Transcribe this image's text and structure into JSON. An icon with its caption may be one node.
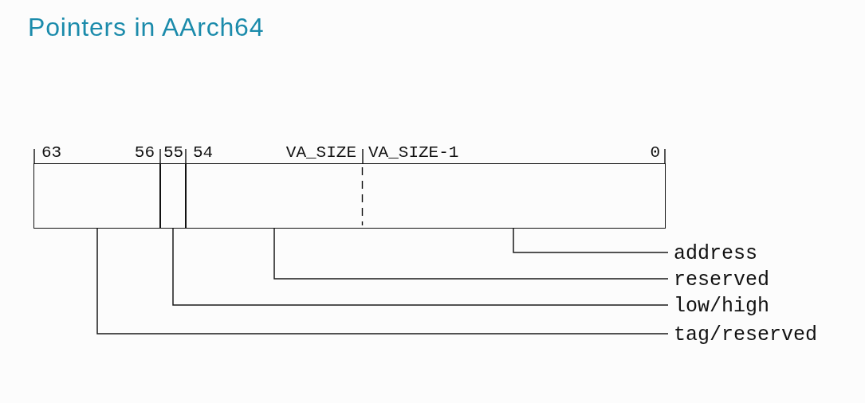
{
  "diagram": {
    "title": "Pointers in AArch64",
    "nodes": [
      {
        "text": [],
        "shape": "box",
        "beside": [
          "63",
          "56"
        ]
      },
      {
        "text": [],
        "shape": "box",
        "beside": [
          "55"
        ]
      },
      {
        "text": [],
        "shape": "box",
        "beside": [
          "54",
          "VA_SIZE"
        ]
      },
      {
        "text": [],
        "shape": "box",
        "beside": [
          "VA_SIZE-1",
          "0"
        ]
      },
      {
        "text": [
          "address"
        ]
      },
      {
        "text": [
          "reserved"
        ]
      },
      {
        "text": [
          "low/high"
        ]
      },
      {
        "text": [
          "tag/reserved"
        ]
      }
    ],
    "edges": [
      {
        "from": 4,
        "to": 3,
        "arrow": "none"
      },
      {
        "from": 5,
        "to": 2,
        "arrow": "none"
      },
      {
        "from": 6,
        "to": 1,
        "arrow": "none"
      },
      {
        "from": 7,
        "to": 0,
        "arrow": "none"
      }
    ]
  }
}
